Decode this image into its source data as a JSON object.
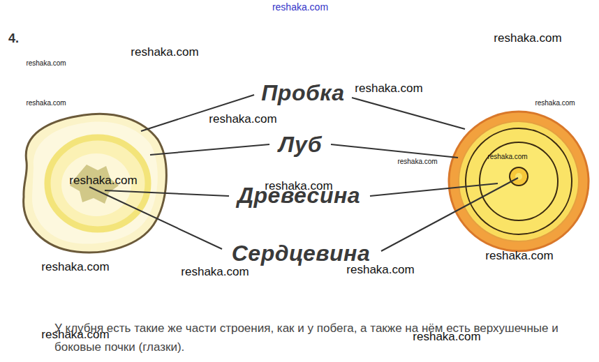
{
  "diagram": {
    "caption": "У клубня есть такие же части строения, как и у побега, а также на нём есть верхушечные и боковые почки (глазки).",
    "labels": [
      "4.",
      "Пробка",
      "Луб",
      "Древесина",
      "Сердцевина",
      "reshaka.com",
      "reshaka.com",
      "reshaka.com",
      "reshaka.com",
      "reshaka.com",
      "reshaka.com",
      "reshaka.com",
      "reshaka.com",
      "reshaka.com",
      "reshaka.com",
      "reshaka.com",
      "reshaka.com",
      "reshaka.com",
      "reshaka.com",
      "reshaka.com",
      "reshaka.com",
      "reshaka.com",
      "reshaka.com"
    ]
  }
}
